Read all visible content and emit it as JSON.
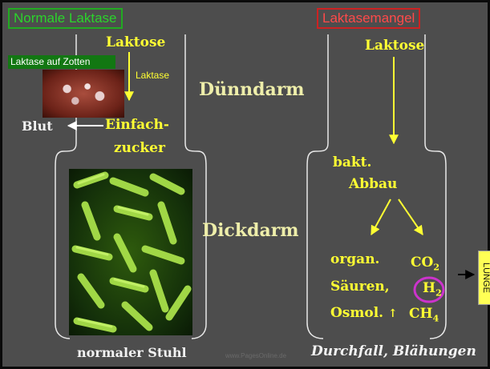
{
  "left_panel": {
    "title": "Normale Laktase",
    "laktose": "Laktose",
    "photo_label": "Laktase auf Zotten",
    "enzyme": "Laktase",
    "blut": "Blut",
    "einfach_line1": "Einfach-",
    "einfach_line2": "zucker",
    "stuhl": "normaler Stuhl"
  },
  "middle": {
    "duenndarm": "Dünndarm",
    "dickdarm": "Dickdarm"
  },
  "right_panel": {
    "title": "Laktasemangel",
    "laktose": "Laktose",
    "bakt_line1": "bakt.",
    "bakt_line2": "Abbau",
    "organ_line1": "organ.",
    "organ_line2": "Säuren,",
    "organ_line3": "Osmol.",
    "organ_up_arrow": "↑",
    "co2": "CO",
    "co2_sub": "2",
    "h2": "H",
    "h2_sub": "2",
    "ch4": "CH",
    "ch4_sub": "4",
    "lunge": "LUNGE",
    "durchfall": "Durchfall, Blähungen"
  },
  "watermark": "www.PagesOnline.de",
  "colors": {
    "background": "#4d4d4d",
    "text_yellow": "#ffff33",
    "text_white": "#f2f2f2",
    "normal_title": "#2bd42b",
    "mangel_title": "#ff4a4a",
    "h2_circle": "#cc33cc",
    "lunge_box": "#ffff55"
  }
}
